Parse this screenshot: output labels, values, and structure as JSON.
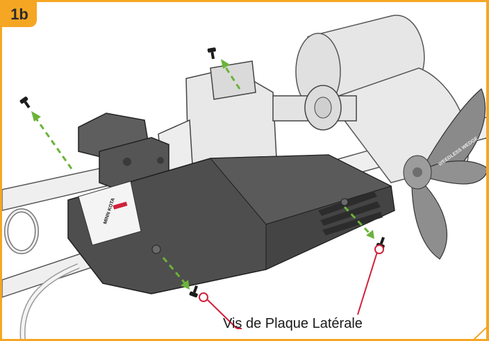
{
  "step": {
    "label": "1b"
  },
  "callout": {
    "label": "Vis de Plaque Latérale"
  },
  "brand": {
    "logo_text": "MINN KOTA",
    "prop_text": "WEEDLESS WEDGE"
  },
  "colors": {
    "accent": "#f5a623",
    "arrow": "#6bb33a",
    "callout": "#d0213b",
    "motor_dark": "#4a4a4a",
    "motor_light": "#dcdcdc"
  },
  "icons": [
    "screw-icon",
    "removal-arrow-icon",
    "callout-circle-icon"
  ]
}
